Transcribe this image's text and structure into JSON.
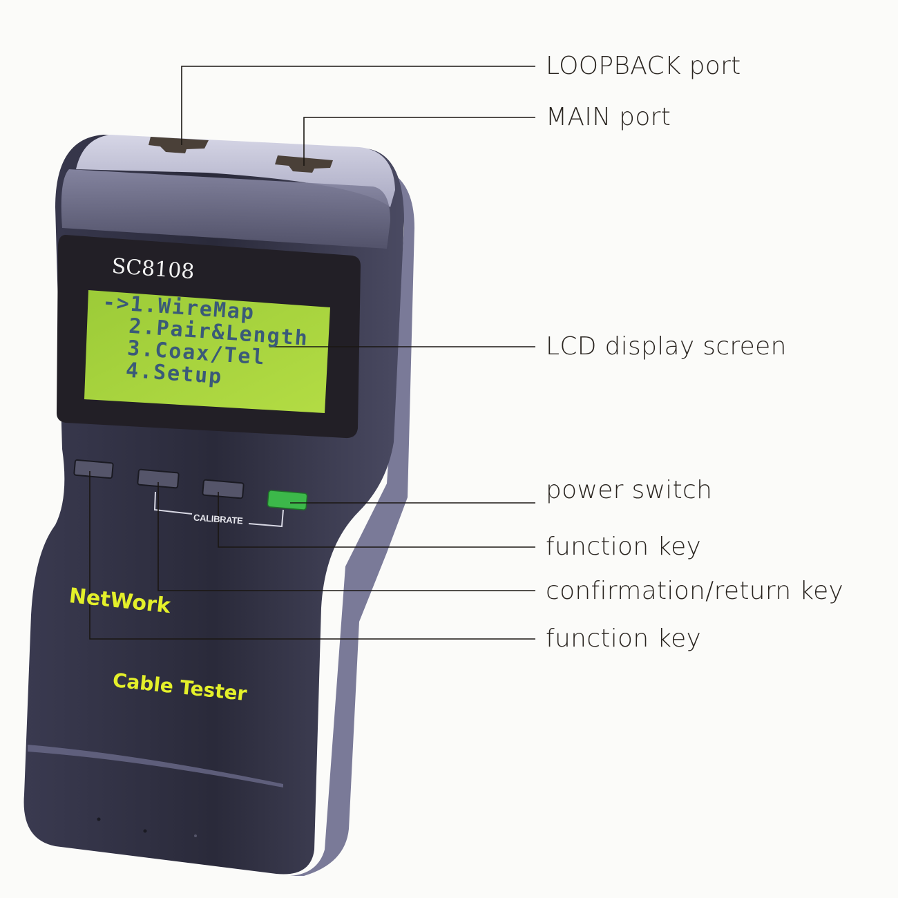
{
  "device": {
    "model": "SC8108",
    "brand_line_1": "NetWork",
    "brand_line_2": "Cable Tester",
    "calibrate_label": "CALIBRATE",
    "lcd": {
      "lines": [
        "->1.WireMap",
        "  2.Pair&Length",
        "  3.Coax/Tel",
        "  4.Setup"
      ]
    },
    "colors": {
      "body": "#2b2b3c",
      "top_cap": "#c9c9dc",
      "lcd_green": "#a6d33a",
      "power_button": "#3cb84a",
      "brand_text": "#e4f02a"
    }
  },
  "callouts": [
    {
      "label": "LOOPBACK port"
    },
    {
      "label": "MAIN port"
    },
    {
      "label": "LCD display screen"
    },
    {
      "label": "power switch"
    },
    {
      "label": "function key"
    },
    {
      "label": "confirmation/return key"
    },
    {
      "label": "function key"
    }
  ]
}
